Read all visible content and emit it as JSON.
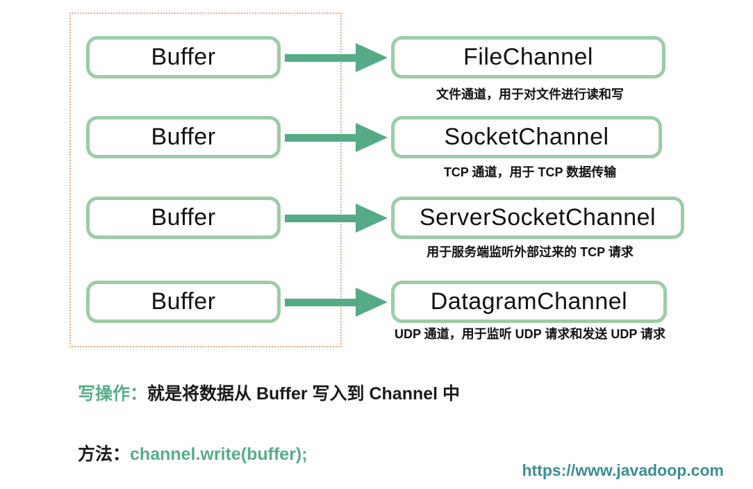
{
  "diagram": {
    "rows": [
      {
        "source": "Buffer",
        "target": "FileChannel",
        "caption": "文件通道，用于对文件进行读和写"
      },
      {
        "source": "Buffer",
        "target": "SocketChannel",
        "caption": "TCP 通道，用于 TCP 数据传输"
      },
      {
        "source": "Buffer",
        "target": "ServerSocketChannel",
        "caption": "用于服务端监听外部过来的 TCP 请求"
      },
      {
        "source": "Buffer",
        "target": "DatagramChannel",
        "caption": "UDP 通道，用于监听 UDP 请求和发送 UDP 请求"
      }
    ]
  },
  "notes": {
    "write_label": "写操作：",
    "write_text": "就是将数据从 Buffer 写入到 Channel 中",
    "method_label": "方法：",
    "method_code": "channel.write(buffer);"
  },
  "footer": {
    "url": "https://www.javadoop.com"
  },
  "colors": {
    "node_border_green": "#9BCDA6",
    "arrow_green": "#55AB86",
    "accent_green_text": "#57AD88",
    "dashed_border_salmon": "#EBA87E",
    "watermark_teal": "#3C8D95",
    "text_black": "#111111",
    "background": "#ffffff"
  }
}
